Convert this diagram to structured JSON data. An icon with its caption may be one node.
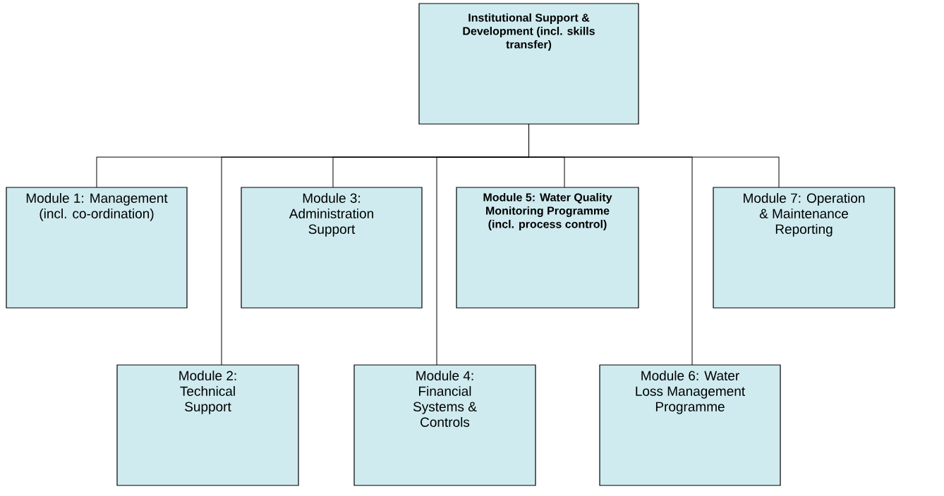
{
  "diagram": {
    "nodes": [
      {
        "text": [
          "Institutional Support & Development (incl. skills transfer)"
        ]
      },
      {
        "text": [
          "Module 1: Management (incl. co-ordination)"
        ]
      },
      {
        "text": [
          "Module 2: Technical Support"
        ]
      },
      {
        "text": [
          "Module 3: Administration Support"
        ]
      },
      {
        "text": [
          "Module 4: Financial Systems & Controls"
        ]
      },
      {
        "text": [
          "Module 5: Water Quality Monitoring Programme (incl. process control)"
        ]
      },
      {
        "text": [
          "Module 6: Water Loss Management Programme"
        ]
      },
      {
        "text": [
          "Module 7: Operation & Maintenance Reporting"
        ]
      }
    ],
    "edges": [
      {
        "from": 0,
        "to": 1,
        "arrow": "none"
      },
      {
        "from": 0,
        "to": 2,
        "arrow": "none"
      },
      {
        "from": 0,
        "to": 3,
        "arrow": "none"
      },
      {
        "from": 0,
        "to": 4,
        "arrow": "none"
      },
      {
        "from": 0,
        "to": 5,
        "arrow": "none"
      },
      {
        "from": 0,
        "to": 6,
        "arrow": "none"
      },
      {
        "from": 0,
        "to": 7,
        "arrow": "none"
      }
    ]
  }
}
